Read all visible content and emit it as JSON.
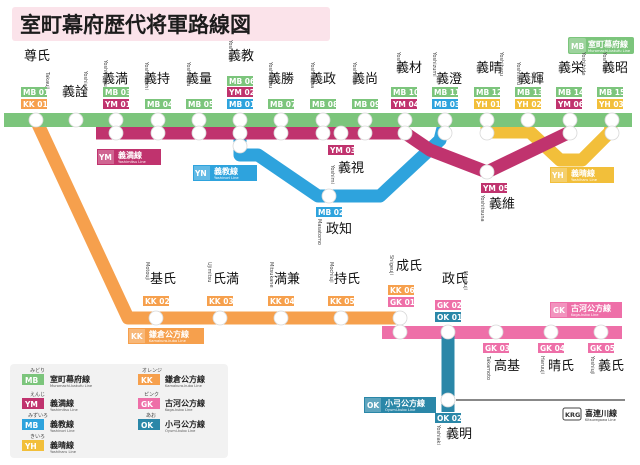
{
  "title": "室町幕府歴代将軍路線図",
  "colors": {
    "MB": "#7cc57c",
    "KK": "#f6a04d",
    "YM": "#c0336e",
    "GK": "#ee6fa8",
    "YN": "#2ea3dd",
    "OK": "#2a87a8",
    "YH": "#f2bf3a",
    "KRG": "#888888"
  },
  "lines": {
    "MB": {
      "code": "MB",
      "name": "室町幕府線",
      "roman": "Muromachi-bakufu Line",
      "kana": "みどり"
    },
    "YM": {
      "code": "YM",
      "name": "義満線",
      "roman": "Yoshimitsu Line",
      "kana": "えんじ"
    },
    "YN": {
      "code": "YN",
      "name": "義教線",
      "roman": "Yoshinori Line",
      "kana": "みずいろ"
    },
    "YH": {
      "code": "YH",
      "name": "義晴線",
      "roman": "Yoshiharu Line",
      "kana": "きいろ"
    },
    "KK": {
      "code": "KK",
      "name": "鎌倉公方線",
      "roman": "Kamakura-kubo Line",
      "kana": "オレンジ"
    },
    "GK": {
      "code": "GK",
      "name": "古河公方線",
      "roman": "Koga-kubo Line",
      "kana": "ピンク"
    },
    "OK": {
      "code": "OK",
      "name": "小弓公方線",
      "roman": "Oyumi-kubo Line",
      "kana": "あお"
    },
    "KRG": {
      "code": "KRG",
      "name": "喜連川線",
      "roman": "Kitsuregawa Line"
    }
  },
  "mb_badge": {
    "code": "MB",
    "name": "室町幕府線",
    "roman": "Muromachi-bakufu Line"
  },
  "legend": [
    {
      "line": "MB",
      "kana": "みどり",
      "code": "MB",
      "name": "室町幕府線",
      "roman": "Muromachi-bakufu Line"
    },
    {
      "line": "KK",
      "kana": "オレンジ",
      "code": "KK",
      "name": "鎌倉公方線",
      "roman": "Kamakura-kubo Line"
    },
    {
      "line": "YM",
      "kana": "えんじ",
      "code": "YM",
      "name": "義満線",
      "roman": "Yoshimitsu Line"
    },
    {
      "line": "GK",
      "kana": "ピンク",
      "code": "GK",
      "name": "古河公方線",
      "roman": "Koga-kubo Line"
    },
    {
      "line": "YN",
      "kana": "みずいろ",
      "code": "MB",
      "name": "義教線",
      "roman": "Yoshinori Line"
    },
    {
      "line": "OK",
      "kana": "あお",
      "code": "OK",
      "name": "小弓公方線",
      "roman": "Oyumi-kubo Line"
    },
    {
      "line": "YH",
      "kana": "きいろ",
      "code": "YH",
      "name": "義晴線",
      "roman": "Yoshiharu Line"
    }
  ],
  "stations": [
    {
      "id": "s-takauji",
      "name": "尊氏",
      "roman": "Takauji",
      "codes": [
        {
          "line": "MB",
          "code": "MB 01"
        },
        {
          "line": "KK",
          "code": "KK 01"
        }
      ]
    },
    {
      "id": "s-yoshiakira",
      "name": "義詮",
      "roman": "Yoshiakira",
      "codes": []
    },
    {
      "id": "s-yoshimitsu",
      "name": "義満",
      "roman": "Yoshimitsu",
      "codes": [
        {
          "line": "MB",
          "code": "MB 03"
        },
        {
          "line": "YM",
          "code": "YM 01"
        }
      ]
    },
    {
      "id": "s-yoshimochi",
      "name": "義持",
      "roman": "Yoshimochi",
      "codes": [
        {
          "line": "MB",
          "code": "MB 04"
        }
      ]
    },
    {
      "id": "s-yoshikazu",
      "name": "義量",
      "roman": "Yoshikazu",
      "codes": [
        {
          "line": "MB",
          "code": "MB 05"
        }
      ]
    },
    {
      "id": "s-yoshinori",
      "name": "義教",
      "roman": "Yoshinori",
      "codes": [
        {
          "line": "MB",
          "code": "MB 06"
        },
        {
          "line": "YM",
          "code": "YM 02"
        },
        {
          "line": "YN",
          "code": "MB 01"
        }
      ]
    },
    {
      "id": "s-yoshikatsu",
      "name": "義勝",
      "roman": "Yoshikatsu",
      "codes": [
        {
          "line": "MB",
          "code": "MB 07"
        }
      ]
    },
    {
      "id": "s-yoshimasa",
      "name": "義政",
      "roman": "Yoshimasa",
      "codes": [
        {
          "line": "MB",
          "code": "MB 08"
        }
      ]
    },
    {
      "id": "s-yoshihisa",
      "name": "義尚",
      "roman": "Yoshihisa",
      "codes": [
        {
          "line": "MB",
          "code": "MB 09"
        }
      ]
    },
    {
      "id": "s-yoshiki",
      "name": "義材",
      "roman": "Yoshiki",
      "codes": [
        {
          "line": "MB",
          "code": "MB 10"
        },
        {
          "line": "YM",
          "code": "YM 04"
        }
      ]
    },
    {
      "id": "s-yoshizumi",
      "name": "義澄",
      "roman": "Yoshizumi",
      "codes": [
        {
          "line": "MB",
          "code": "MB 11"
        },
        {
          "line": "YN",
          "code": "MB 03"
        }
      ]
    },
    {
      "id": "s-yoshiharu",
      "name": "義晴",
      "roman": "Yoshiharu",
      "codes": [
        {
          "line": "MB",
          "code": "MB 12"
        },
        {
          "line": "YH",
          "code": "YH 01"
        }
      ]
    },
    {
      "id": "s-yoshiteru",
      "name": "義輝",
      "roman": "Yoshiteru",
      "codes": [
        {
          "line": "MB",
          "code": "MB 13"
        },
        {
          "line": "YH",
          "code": "YH 02"
        }
      ]
    },
    {
      "id": "s-yoshihide",
      "name": "義栄",
      "roman": "Yoshihide",
      "codes": [
        {
          "line": "MB",
          "code": "MB 14"
        },
        {
          "line": "YM",
          "code": "YM 06"
        }
      ]
    },
    {
      "id": "s-yoshiaki",
      "name": "義昭",
      "roman": "Yoshiaki",
      "codes": [
        {
          "line": "MB",
          "code": "MB 15"
        },
        {
          "line": "YH",
          "code": "YH 03"
        }
      ]
    },
    {
      "id": "s-yoshimi",
      "name": "義視",
      "roman": "Yoshimi",
      "codes": [
        {
          "line": "YM",
          "code": "YM 03"
        }
      ]
    },
    {
      "id": "s-masatomo",
      "name": "政知",
      "roman": "Masatomo",
      "codes": [
        {
          "line": "YN",
          "code": "MB 02"
        }
      ]
    },
    {
      "id": "s-yoshitsuna",
      "name": "義維",
      "roman": "Yoshitsuna",
      "codes": [
        {
          "line": "YM",
          "code": "YM 05"
        }
      ]
    },
    {
      "id": "s-motouji",
      "name": "基氏",
      "roman": "Motouji",
      "codes": [
        {
          "line": "KK",
          "code": "KK 02"
        }
      ]
    },
    {
      "id": "s-ujimitsu",
      "name": "氏満",
      "roman": "Ujimitsu",
      "codes": [
        {
          "line": "KK",
          "code": "KK 03"
        }
      ]
    },
    {
      "id": "s-mitsukane",
      "name": "満兼",
      "roman": "Mitsukane",
      "codes": [
        {
          "line": "KK",
          "code": "KK 04"
        }
      ]
    },
    {
      "id": "s-mochiuji",
      "name": "持氏",
      "roman": "Mochiuji",
      "codes": [
        {
          "line": "KK",
          "code": "KK 05"
        }
      ]
    },
    {
      "id": "s-shigeuji",
      "name": "成氏",
      "roman": "Shigeuji",
      "codes": [
        {
          "line": "KK",
          "code": "KK 06"
        },
        {
          "line": "GK",
          "code": "GK 01"
        }
      ]
    },
    {
      "id": "s-masauji",
      "name": "政氏",
      "roman": "Masauji",
      "codes": [
        {
          "line": "GK",
          "code": "GK 02"
        },
        {
          "line": "OK",
          "code": "OK 01"
        }
      ]
    },
    {
      "id": "s-takamoto",
      "name": "高基",
      "roman": "Takamoto",
      "codes": [
        {
          "line": "GK",
          "code": "GK 03"
        }
      ]
    },
    {
      "id": "s-haruuji",
      "name": "晴氏",
      "roman": "Haruuji",
      "codes": [
        {
          "line": "GK",
          "code": "GK 04"
        }
      ]
    },
    {
      "id": "s-yoshiuji",
      "name": "義氏",
      "roman": "Yoshiuji",
      "codes": [
        {
          "line": "GK",
          "code": "GK 05"
        }
      ]
    },
    {
      "id": "s-yoshiaki2",
      "name": "義明",
      "roman": "Yoshiaki",
      "codes": [
        {
          "line": "OK",
          "code": "OK 02"
        }
      ]
    }
  ]
}
